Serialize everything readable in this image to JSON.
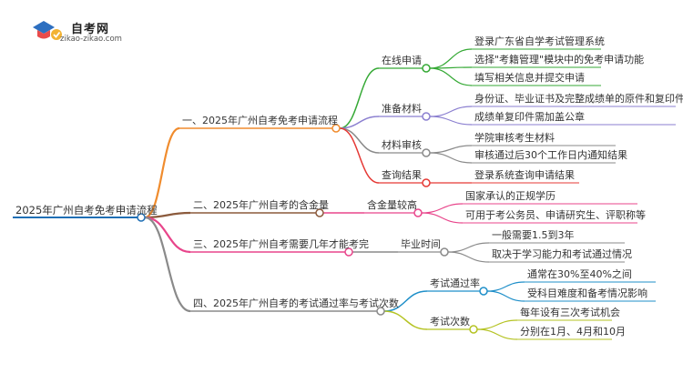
{
  "brand": {
    "name": "自考网",
    "domain": "zikao-zikao.com"
  },
  "root": "2025年广州自考免考申请流程",
  "branches": [
    {
      "label": "一、2025年广州自考免考申请流程",
      "color": "#f08c2e",
      "children": [
        {
          "label": "在线申请",
          "color": "#35a935",
          "children": [
            "登录广东省自学考试管理系统",
            "选择\"考籍管理\"模块中的免考申请功能",
            "填写相关信息并提交申请"
          ]
        },
        {
          "label": "准备材料",
          "color": "#8b7fd0",
          "children": [
            "身份证、毕业证书及完整成绩单的原件和复印件",
            "成绩单复印件需加盖公章"
          ]
        },
        {
          "label": "材料审核",
          "color": "#8a8a8a",
          "children": [
            "学院审核考生材料",
            "审核通过后30个工作日内通知结果"
          ]
        },
        {
          "label": "查询结果",
          "color": "#e53935",
          "children": [
            "登录系统查询申请结果"
          ]
        }
      ]
    },
    {
      "label": "二、2025年广州自考的含金量",
      "color": "#8b5a3c",
      "children": [
        {
          "label": "含金量较高",
          "color": "#e8458b",
          "children": [
            "国家承认的正规学历",
            "可用于考公务员、申请研究生、评职称等"
          ]
        }
      ]
    },
    {
      "label": "三、2025年广州自考需要几年才能考完",
      "color": "#e8458b",
      "children": [
        {
          "label": "毕业时间",
          "color": "#8a8a8a",
          "children": [
            "一般需要1.5到3年",
            "取决于学习能力和考试通过情况"
          ]
        }
      ]
    },
    {
      "label": "四、2025年广州自考的考试通过率与考试次数",
      "color": "#8a8a8a",
      "children": [
        {
          "label": "考试通过率",
          "color": "#1f8fc9",
          "children": [
            "通常在30%至40%之间",
            "受科目难度和备考情况影响"
          ]
        },
        {
          "label": "考试次数",
          "color": "#b5c323",
          "children": [
            "每年设有三次考试机会",
            "分别在1月、4月和10月"
          ]
        }
      ]
    }
  ]
}
